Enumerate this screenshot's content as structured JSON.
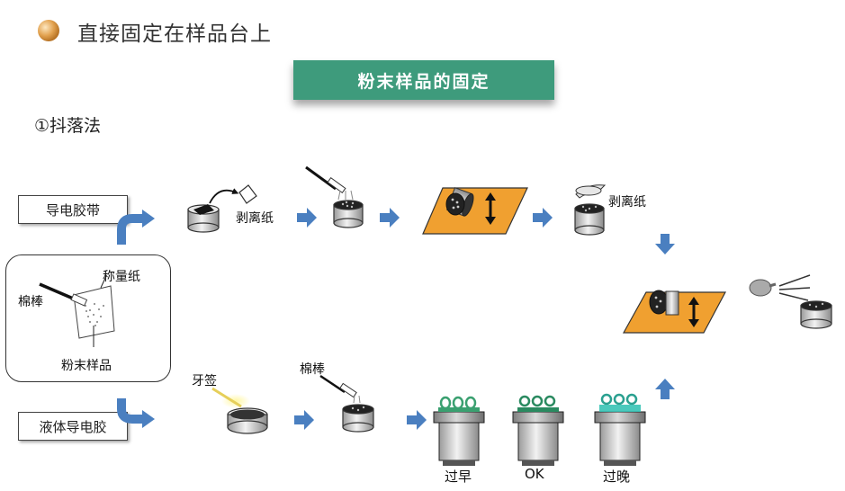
{
  "header": {
    "title": "直接固定在样品台上"
  },
  "banner": {
    "text": "粉末样品的固定"
  },
  "method": {
    "label": "①抖落法"
  },
  "left_boxes": {
    "tape": "导电胶带",
    "liquid": "液体导电胶"
  },
  "sample_card": {
    "swab": "棉棒",
    "weigh_paper": "称量纸",
    "powder": "粉末样品"
  },
  "labels": {
    "peel_paper_1": "剥离纸",
    "peel_paper_2": "剥离纸",
    "toothpick": "牙签",
    "swab_2": "棉棒",
    "too_early": "过早",
    "ok": "OK",
    "too_late": "过晚"
  },
  "colors": {
    "banner": "#3e9b7c",
    "arrow": "#4a7fc0",
    "board": "#f0a030",
    "bullet": "#e0a050"
  }
}
